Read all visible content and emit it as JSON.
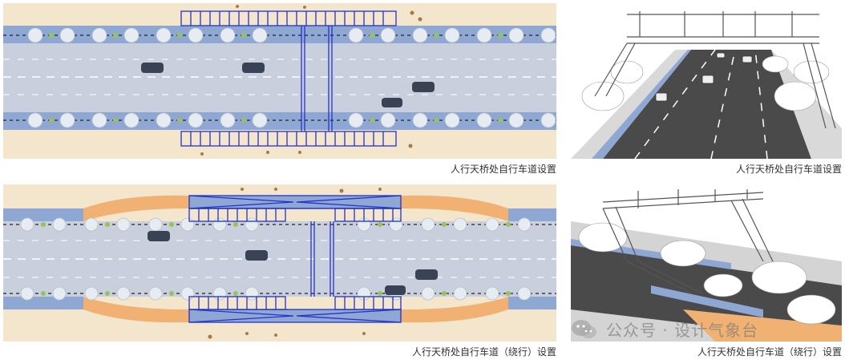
{
  "captions": {
    "plan_top": "人行天桥处自行车道设置",
    "view_top": "人行天桥处自行车道设置",
    "plan_bottom": "人行天桥处自行车道（绕行）设置",
    "view_bottom": "人行天桥处自行车道（绕行）设置"
  },
  "watermark": {
    "text": "公众号 · 设计气象台",
    "icon": "wechat-icon"
  },
  "colors": {
    "road": "#c9cfdc",
    "sidewalk": "#f4e6cc",
    "bike_lane": "#8fa7d3",
    "bike_lane_detour": "#f0b173",
    "bridge_outline": "#2233cc",
    "tree": "#e6ecf2"
  }
}
